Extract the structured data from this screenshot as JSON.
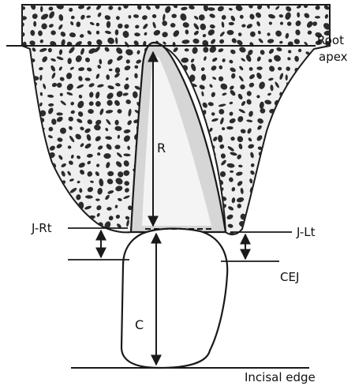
{
  "diagram": {
    "labels": {
      "root_apex_line1": "Root",
      "root_apex_line2": "apex",
      "root": "R",
      "crown": "C",
      "junction_right": "J-Rt",
      "junction_left": "J-Lt",
      "cej": "CEJ",
      "incisal_edge": "Incisal edge"
    },
    "colors": {
      "ink": "#1a1a1a",
      "bone_fill": "#efefef",
      "trabecula": "#2b2b2b",
      "root_fill": "#d6d6d6",
      "canal_fill": "#f4f4f4",
      "crown_fill": "#ffffff"
    }
  }
}
